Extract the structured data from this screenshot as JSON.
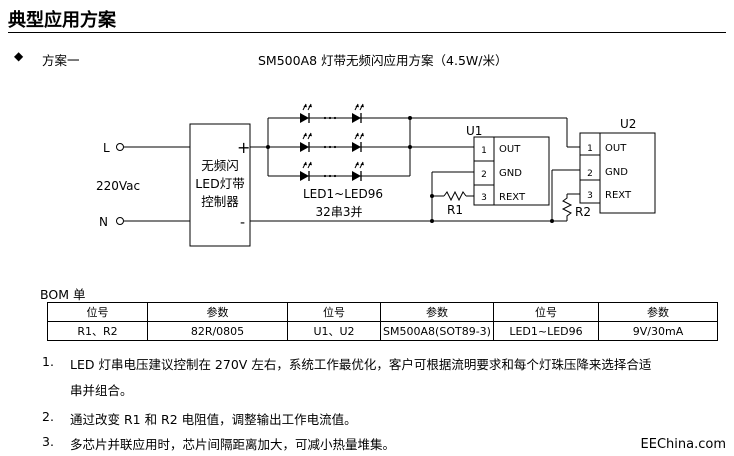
{
  "heading": "典型应用方案",
  "section": {
    "bullet": "◆",
    "label": "方案一",
    "description": "SM500A8 灯带无频闪应用方案（4.5W/米）"
  },
  "schematic": {
    "input_L": "L",
    "input_N": "N",
    "input_voltage": "220Vac",
    "controller_lines": [
      "无频闪",
      "LED灯带",
      "控制器"
    ],
    "plus": "+",
    "minus": "-",
    "led_label": "LED1~LED96",
    "led_config": "32串3并",
    "u1": {
      "name": "U1",
      "pins": [
        {
          "num": "1",
          "label": "OUT"
        },
        {
          "num": "2",
          "label": "GND"
        },
        {
          "num": "3",
          "label": "REXT"
        }
      ]
    },
    "u2": {
      "name": "U2",
      "pins": [
        {
          "num": "1",
          "label": "OUT"
        },
        {
          "num": "2",
          "label": "GND"
        },
        {
          "num": "3",
          "label": "REXT"
        }
      ]
    },
    "r1": "R1",
    "r2": "R2"
  },
  "bom": {
    "label": "BOM 单",
    "headers": [
      "位号",
      "参数",
      "位号",
      "参数",
      "位号",
      "参数"
    ],
    "row": [
      "R1、R2",
      "82R/0805",
      "U1、U2",
      "SM500A8(SOT89-3)",
      "LED1~LED96",
      "9V/30mA"
    ]
  },
  "notes": [
    {
      "num": "1.",
      "lines": [
        "LED 灯串电压建议控制在 270V 左右，系统工作最优化，客户可根据流明要求和每个灯珠压降来选择合适",
        "串并组合。"
      ]
    },
    {
      "num": "2.",
      "lines": [
        "通过改变 R1 和 R2 电阻值，调整输出工作电流值。"
      ]
    },
    {
      "num": "3.",
      "lines": [
        "多芯片并联应用时，芯片间隔距离加大，可减小热量堆集。"
      ]
    }
  ],
  "watermark": "EEChina.com"
}
